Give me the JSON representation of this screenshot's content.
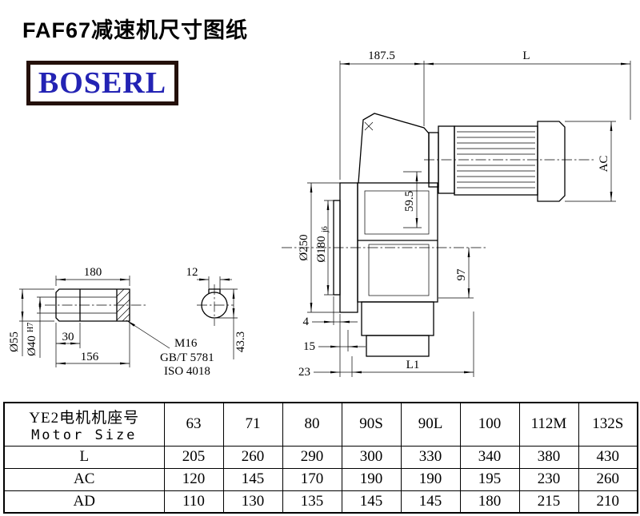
{
  "page": {
    "title": "FAF67减速机尺寸图纸",
    "logo_text": "BOSERL"
  },
  "colors": {
    "logo_text": "#2323b4",
    "logo_border": "#24100a",
    "line": "#000000"
  },
  "drawing": {
    "width_to_motor_flange": "187.5",
    "motor_length": "L",
    "motor_diameter": "AC",
    "flange_diameter": "Ø250",
    "spigot_diameter": "Ø180",
    "spigot_tolerance": "j6",
    "input_offset": "59.5",
    "center_height": "97",
    "shaft_total_length": "180",
    "keyway_width": "12",
    "shaft_diameter": "Ø55",
    "bore_diameter": "Ø40",
    "bore_tolerance": "H7",
    "shaft_step_length": "30",
    "shaft_usable_length": "156",
    "thread_spec": "M16",
    "thread_standard_gb": "GB/T 5781",
    "thread_standard_iso": "ISO 4018",
    "keyway_depth": "43.3",
    "step_4": "4",
    "step_15": "15",
    "step_23": "23",
    "mount_length": "L1"
  },
  "table": {
    "header": {
      "line1": "YE2电机机座号",
      "line2": "Motor Size"
    },
    "motor_sizes": [
      "63",
      "71",
      "80",
      "90S",
      "90L",
      "100",
      "112M",
      "132S"
    ],
    "rows": [
      {
        "label": "L",
        "values": [
          "205",
          "260",
          "290",
          "300",
          "330",
          "340",
          "380",
          "430"
        ]
      },
      {
        "label": "AC",
        "values": [
          "120",
          "145",
          "170",
          "190",
          "190",
          "195",
          "230",
          "260"
        ]
      },
      {
        "label": "AD",
        "values": [
          "110",
          "130",
          "135",
          "145",
          "145",
          "180",
          "215",
          "210"
        ]
      }
    ]
  }
}
